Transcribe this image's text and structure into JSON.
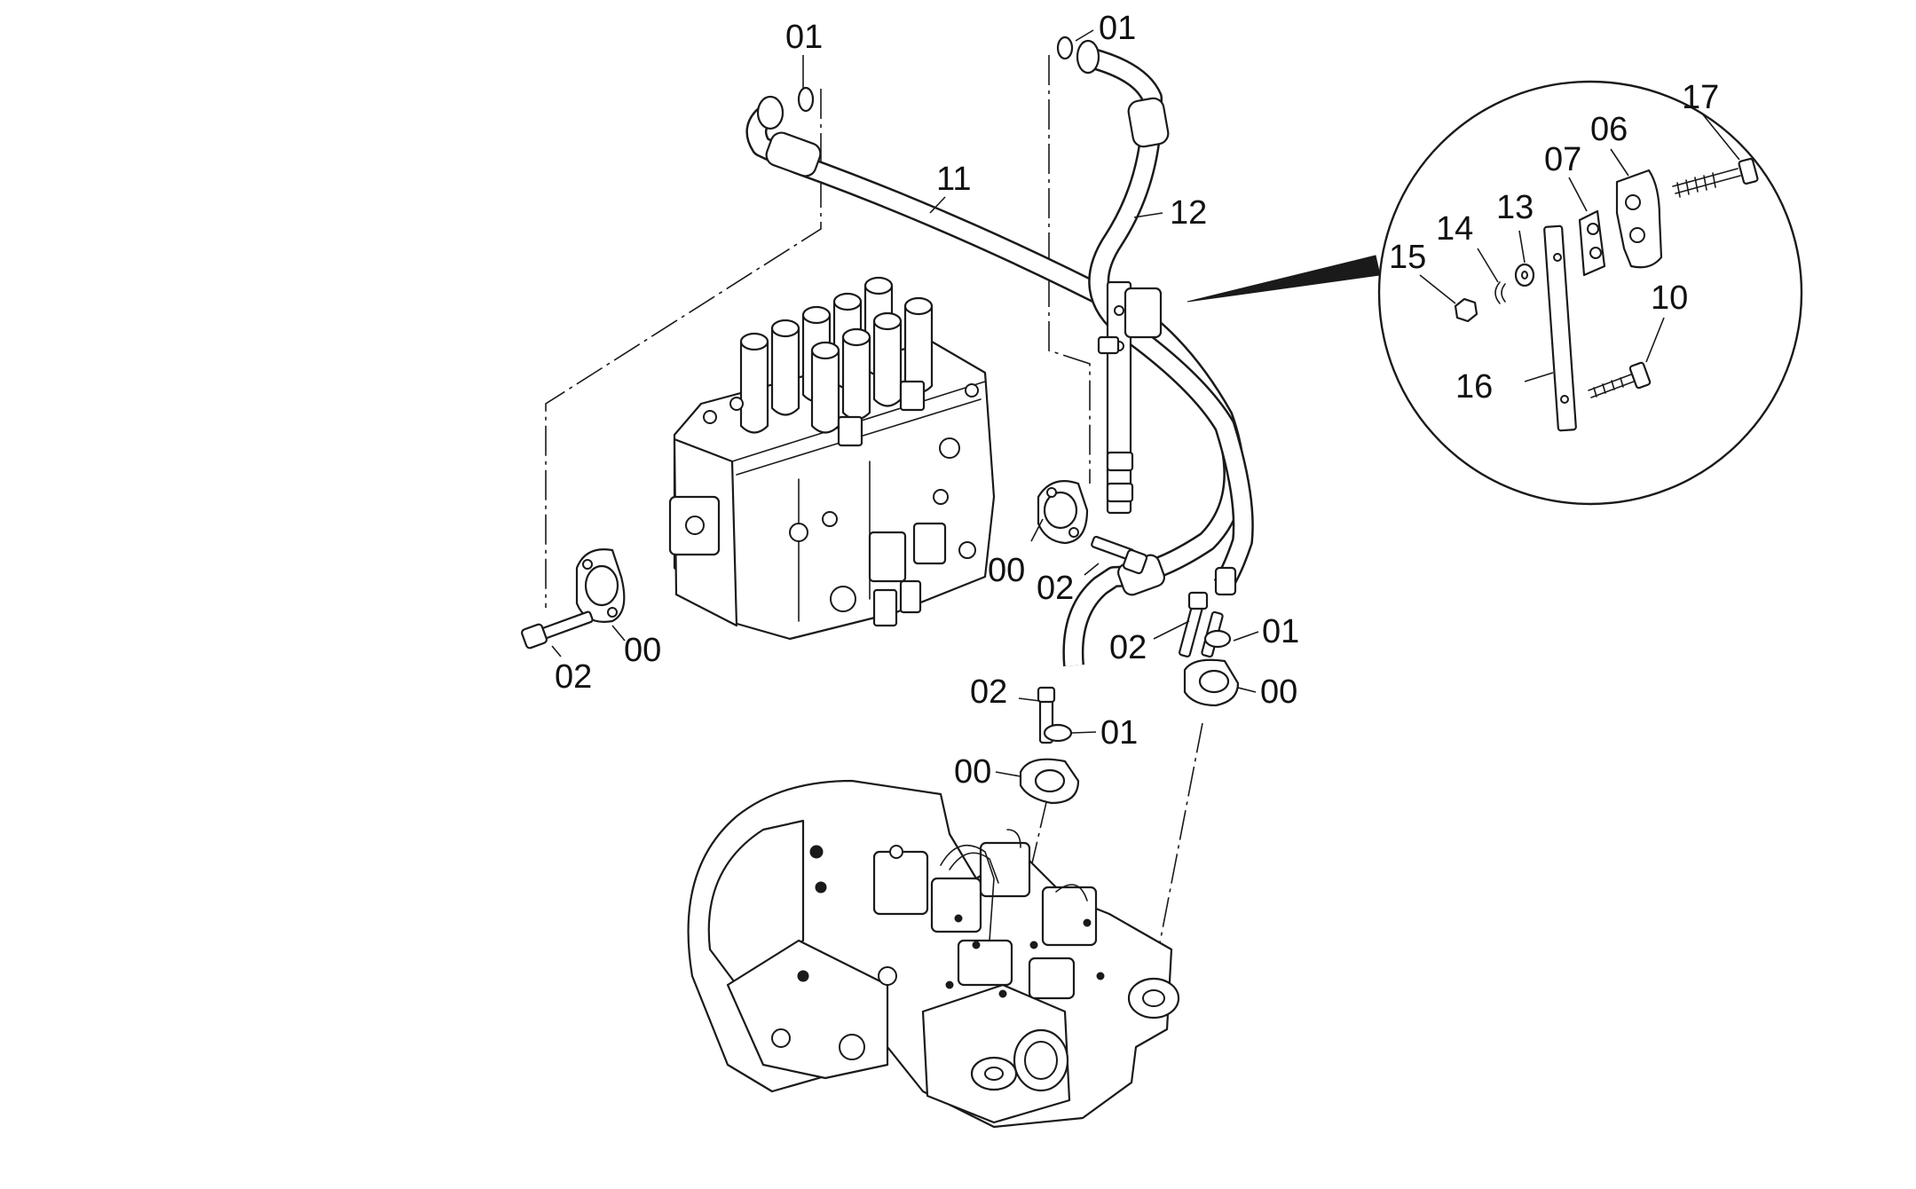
{
  "callouts": {
    "c01_top_left": "01",
    "c01_top_mid": "01",
    "c11": "11",
    "c12": "12",
    "c00_left": "00",
    "c02_left": "02",
    "c00_mid": "00",
    "c02_mid": "02",
    "c02_hose": "02",
    "c01_right": "01",
    "c00_right": "00",
    "c02_lower": "02",
    "c01_lower": "01",
    "c00_lower": "00",
    "c17": "17",
    "c06": "06",
    "c07": "07",
    "c13": "13",
    "c14": "14",
    "c15": "15",
    "c10": "10",
    "c16": "16"
  }
}
